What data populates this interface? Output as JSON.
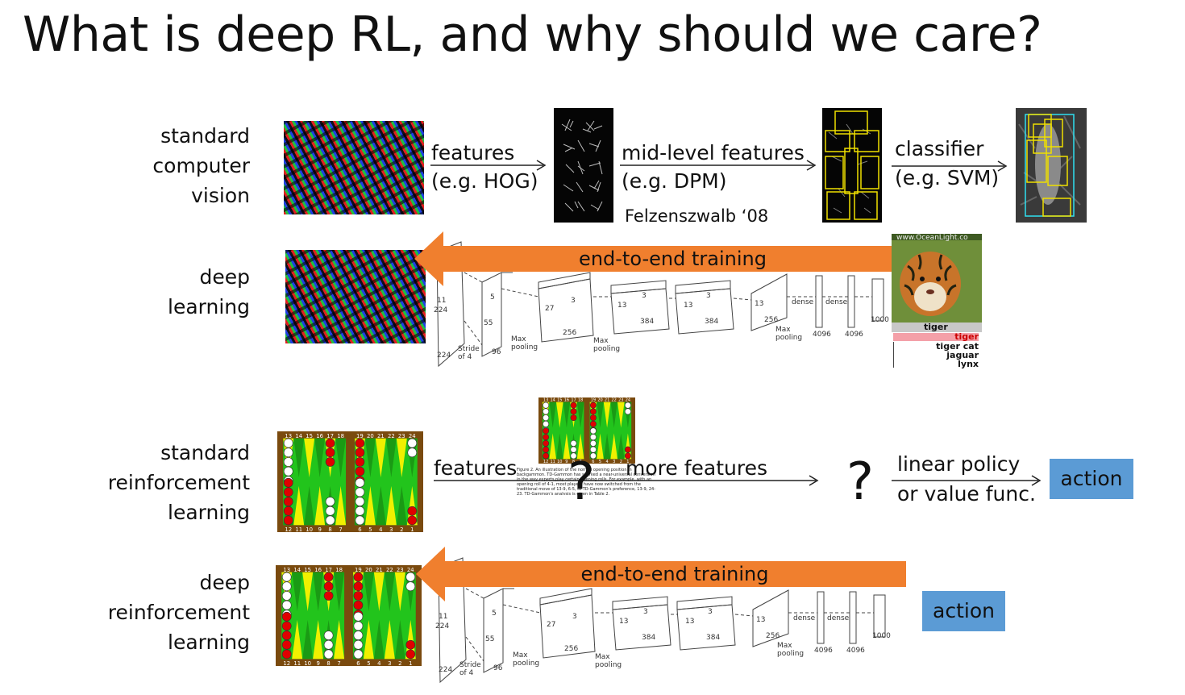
{
  "title": "What is deep RL, and why should we care?",
  "rows": {
    "scv": {
      "label": "standard computer vision",
      "lines": [
        "standard",
        "computer",
        "vision"
      ]
    },
    "dl": {
      "label": "deep learning",
      "lines": [
        "deep",
        "learning"
      ]
    },
    "srl": {
      "label": "standard reinforcement learning",
      "lines": [
        "standard",
        "reinforcement",
        "learning"
      ]
    },
    "drl": {
      "label": "deep reinforcement learning",
      "lines": [
        "deep",
        "reinforcement",
        "learning"
      ]
    }
  },
  "scv_pipeline": {
    "features": "features",
    "features_eg": "(e.g. HOG)",
    "mid": "mid-level features",
    "mid_eg": "(e.g. DPM)",
    "citation": "Felzenszwalb ‘08",
    "classifier": "classifier",
    "classifier_eg": "(e.g. SVM)"
  },
  "dl_pipeline": {
    "banner": "end-to-end training",
    "predictions": [
      "tiger",
      "tiger cat",
      "jaguar",
      "lynx"
    ],
    "watermark": "www.OceanLight.co"
  },
  "cnn": {
    "labels": {
      "in224a": "224",
      "in224b": "224",
      "in11": "11",
      "s55": "55",
      "stride": "Stride",
      "of4": "of 4",
      "n96": "96",
      "mp1": "Max",
      "mp1b": "pooling",
      "n27": "27",
      "n256": "256",
      "mp2": "Max",
      "mp2b": "pooling",
      "n13a": "13",
      "n384a": "384",
      "n13b": "13",
      "n384b": "384",
      "n13c": "13",
      "n256b": "256",
      "mp3": "Max",
      "mp3b": "pooling",
      "dense1": "dense",
      "dense2": "dense",
      "n4096a": "4096",
      "n4096b": "4096",
      "n1000": "1000",
      "k5": "5",
      "k3a": "3",
      "k3b": "3",
      "k3c": "3"
    }
  },
  "srl_pipeline": {
    "features": "features",
    "q1": "?",
    "more": "more features",
    "q2": "?",
    "policy1": "linear policy",
    "policy2": "or value func.",
    "action": "action",
    "figcaption": "Figure 2. An illustration of the normal opening position in backgammon. TD-Gammon has sparked a near-universal conversion in the way experts play certain opening rolls. For example, with an opening roll of 4-1, most players have now switched from the traditional move of 13-9, 6-5, to TD-Gammon's preference, 13-9, 24-23. TD-Gammon's analysis is given in Table 2."
  },
  "drl_pipeline": {
    "banner": "end-to-end training",
    "action": "action"
  },
  "board": {
    "top_numbers": [
      "13",
      "14",
      "15",
      "16",
      "17",
      "18",
      "19",
      "20",
      "21",
      "22",
      "23",
      "24"
    ],
    "bottom_numbers": [
      "12",
      "11",
      "10",
      "9",
      "8",
      "7",
      "6",
      "5",
      "4",
      "3",
      "2",
      "1"
    ]
  },
  "colors": {
    "orange": "#f07f2e",
    "blue": "#5b9bd5",
    "board_wood": "#7a4a0e",
    "board_green": "#22c41c",
    "board_yellow": "#f0f000",
    "checker_red": "#e00000",
    "checker_white": "#ffffff",
    "dpm_box": "#f0e000",
    "detect_cyan": "#30e0f0"
  }
}
